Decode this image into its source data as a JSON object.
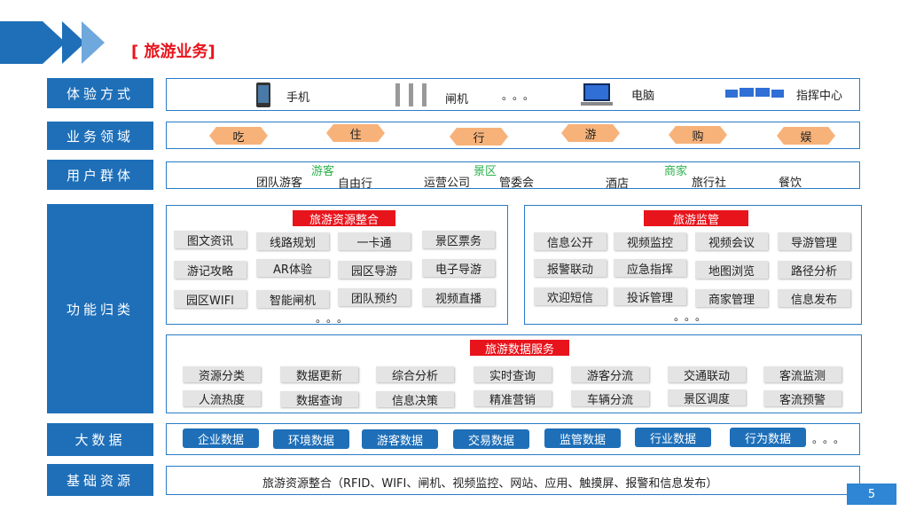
{
  "header": {
    "title": "[ 旅游业务]"
  },
  "rows": {
    "experience": {
      "label": "体验方式",
      "items": [
        {
          "label": "手机",
          "icon": "phone-icon"
        },
        {
          "label": "闸机",
          "icon": "gate-icon"
        },
        {
          "label": "电脑",
          "icon": "computer-icon"
        },
        {
          "label": "指挥中心",
          "icon": "monitor-wall-icon"
        }
      ],
      "ellipsis": "。。。"
    },
    "business": {
      "label": "业务领域",
      "items": [
        "吃",
        "住",
        "行",
        "游",
        "购",
        "娱"
      ]
    },
    "users": {
      "label": "用户群体",
      "groups": [
        "游客",
        "景区",
        "商家"
      ],
      "items": [
        "团队游客",
        "自由行",
        "运营公司",
        "管委会",
        "酒店",
        "旅行社",
        "餐饮"
      ]
    },
    "functions": {
      "label": "功能归类",
      "resource": {
        "title": "旅游资源整合",
        "items": [
          "图文资讯",
          "线路规划",
          "一卡通",
          "景区票务",
          "游记攻略",
          "AR体验",
          "园区导游",
          "电子导游",
          "园区WIFI",
          "智能闸机",
          "团队预约",
          "视频直播"
        ],
        "ellipsis": "。。。"
      },
      "monitor": {
        "title": "旅游监管",
        "items": [
          "信息公开",
          "视频监控",
          "视频会议",
          "导游管理",
          "报警联动",
          "应急指挥",
          "地图浏览",
          "路径分析",
          "欢迎短信",
          "投诉管理",
          "商家管理",
          "信息发布"
        ],
        "ellipsis": "。。。"
      },
      "data_service": {
        "title": "旅游数据服务",
        "items": [
          "资源分类",
          "数据更新",
          "综合分析",
          "实时查询",
          "游客分流",
          "交通联动",
          "客流监测",
          "人流热度",
          "数据查询",
          "信息决策",
          "精准营销",
          "车辆分流",
          "景区调度",
          "客流预警"
        ]
      }
    },
    "bigdata": {
      "label": "大数据",
      "items": [
        "企业数据",
        "环境数据",
        "游客数据",
        "交易数据",
        "监管数据",
        "行业数据",
        "行为数据"
      ],
      "ellipsis": "。。。"
    },
    "base": {
      "label": "基础资源",
      "text": "旅游资源整合（RFID、WIFI、闸机、视频监控、网站、应用、触摸屏、报警和信息发布）"
    }
  },
  "page_number": "5",
  "colors": {
    "primary": "#1e6fb8",
    "accent_red": "#e8141c",
    "diamond": "#f7b27a",
    "green": "#2bb24c",
    "cell": "#e4e4e4"
  }
}
